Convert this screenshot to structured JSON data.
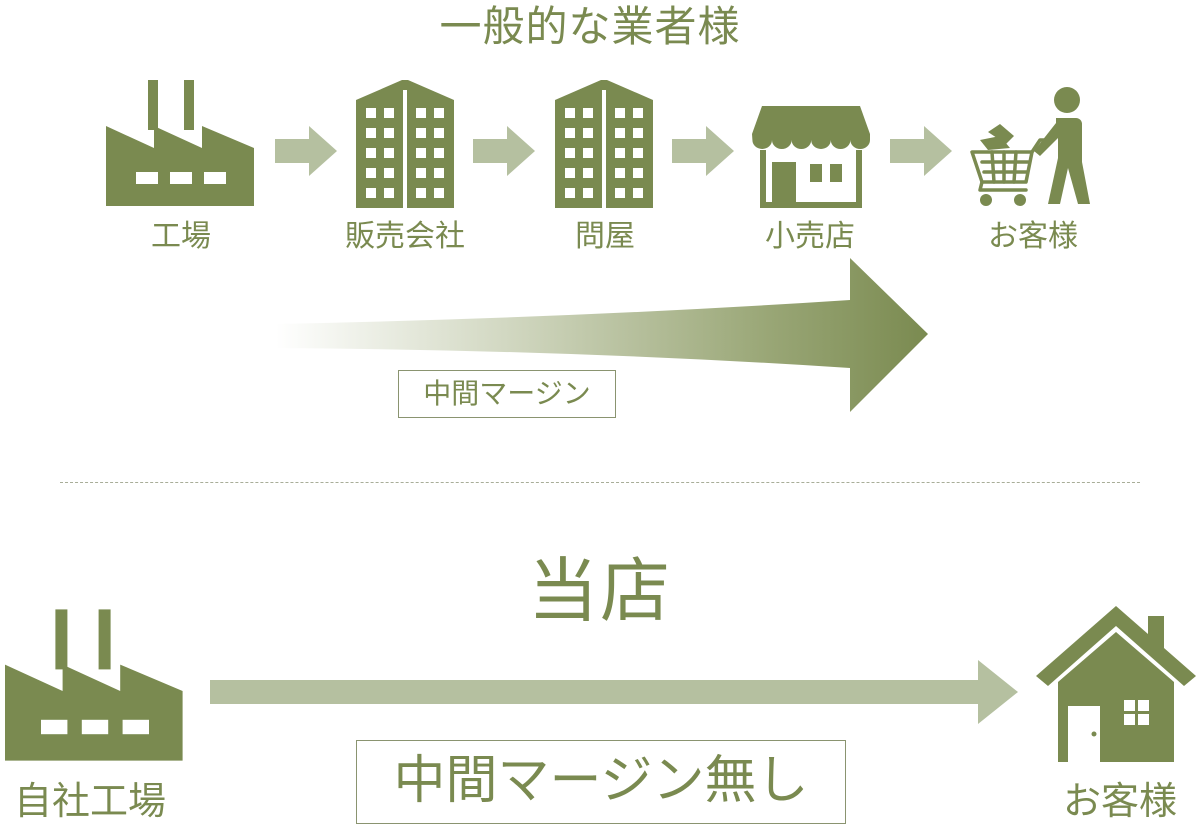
{
  "top_section": {
    "title": "一般的な業者様",
    "nodes": [
      {
        "label": "工場",
        "icon": "factory-icon"
      },
      {
        "label": "販売会社",
        "icon": "office-building-icon"
      },
      {
        "label": "問屋",
        "icon": "office-building-icon"
      },
      {
        "label": "小売店",
        "icon": "storefront-icon"
      },
      {
        "label": "お客様",
        "icon": "shopper-with-cart-icon"
      }
    ],
    "margin_label": "中間マージン"
  },
  "bottom_section": {
    "title": "当店",
    "source_label": "自社工場",
    "source_icon": "factory-icon",
    "target_label": "お客様",
    "target_icon": "house-icon",
    "margin_label": "中間マージン無し"
  },
  "colors": {
    "primary": "#7a8a50",
    "arrow_light": "#b5c0a0",
    "text": "#7a8a50",
    "box_border": "#8a9470",
    "divider": "#a8ad98"
  }
}
